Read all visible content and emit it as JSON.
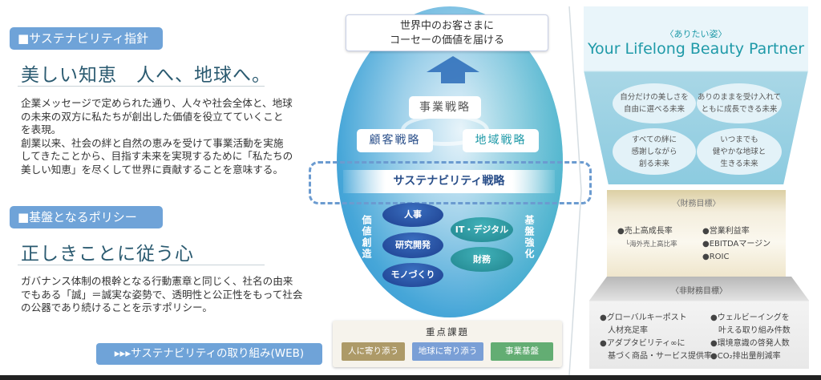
{
  "policy": {
    "label": "■サステナビリティ指針",
    "title": "美しい知恵　人へ、地球へ。",
    "paragraph_lines": [
      "企業メッセージで定められた通り、人々や社会全体と、地球",
      "の未来の双方に私たちが創出した価値を役立てていくこと",
      "を表現。",
      "創業以来、社会の絆と自然の恵みを受けて事業活動を実施",
      "してきたことから、目指す未来を実現するために「私たちの",
      "美しい知恵」を尽くして世界に貢献することを意味する。"
    ]
  },
  "base": {
    "label": "■基盤となるポリシー",
    "title": "正しきことに従う心",
    "paragraph_lines": [
      "ガバナンス体制の根幹となる行動憲章と同じく、社名の由来",
      "でもある「誠」＝誠実な姿勢で、透明性と公正性をもって社会",
      "の公器であり続けることを示すポリシー。"
    ]
  },
  "link": "▸▸▸サステナビリティの取り組み(WEB)",
  "diagram": {
    "top_lines": [
      "世界中のお客さまに",
      "コーセーの価値を届ける"
    ],
    "business": "事業戦略",
    "customer": "顧客戦略",
    "region": "地域戦略",
    "sustainability": "サステナビリティ戦略",
    "value_creation": "価値創造",
    "foundation": "基盤強化",
    "value_items": [
      "人事",
      "研究開発",
      "モノづくり"
    ],
    "foundation_items": [
      "IT・デジタル",
      "財務"
    ],
    "key_issues": {
      "title": "重点課題",
      "items": [
        "人に寄り添う",
        "地球に寄り添う",
        "事業基盤"
      ]
    }
  },
  "vision": {
    "label": "〈ありたい姿〉",
    "tagline": "Your Lifelong Beauty Partner",
    "futures": [
      [
        "自分だけの美しさを",
        "自由に選べる未来"
      ],
      [
        "ありのままを受け入れて",
        "ともに成長できる未来"
      ],
      [
        "すべての絆に",
        "感謝しながら",
        "創る未来"
      ],
      [
        "いつまでも",
        "健やかな地球と",
        "生きる未来"
      ]
    ]
  },
  "financial": {
    "label": "〈財務目標〉",
    "left": [
      "●売上高成長率",
      "└海外売上高比率"
    ],
    "right": [
      "●営業利益率",
      "●EBITDAマージン",
      "●ROIC"
    ]
  },
  "nonfinancial": {
    "label": "〈非財務目標〉",
    "left": [
      "●グローバルキーポスト",
      "　人材充足率",
      "●アダプタビリティ∞に",
      "　基づく商品・サービス提供率"
    ],
    "right": [
      "●ウェルビーイングを",
      "　叶える取り組み件数",
      "●環境意識の啓発人数",
      "●CO₂排出量削減率"
    ]
  },
  "colors": {
    "accent": "#6fa3d8",
    "teal": "#1f9aa8",
    "gold": "#a88f3a"
  }
}
